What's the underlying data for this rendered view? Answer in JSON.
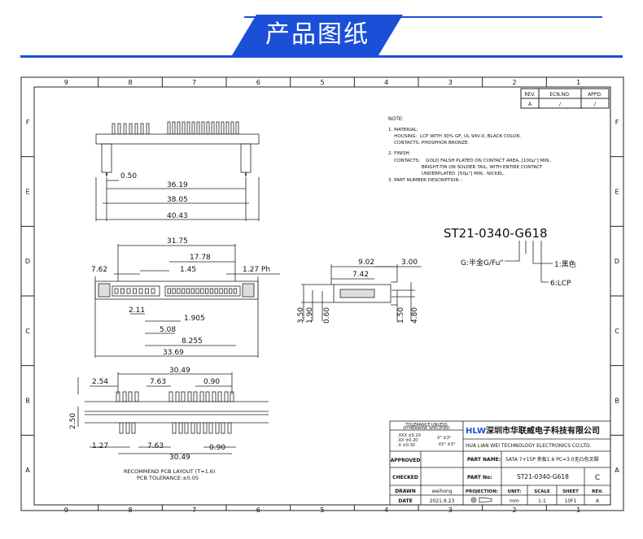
{
  "banner": {
    "title": "产品图纸"
  },
  "frame": {
    "cols": [
      "9",
      "8",
      "7",
      "6",
      "5",
      "4",
      "3",
      "2",
      "1"
    ],
    "rows": [
      "F",
      "E",
      "D",
      "C",
      "B",
      "A"
    ]
  },
  "rev_table": {
    "headers": [
      "REV.",
      "ECN.NO.",
      "APPD."
    ],
    "values": [
      "A",
      "/",
      "/"
    ]
  },
  "notes": {
    "heading": "NOTE:",
    "lines": [
      "1. MATERIAL:",
      "    HOUSING:  LCP WITH 30% GF, UL 94V-0, BLACK COLOR.",
      "    CONTACTS: PHOSPHOR BRONZE.",
      "2. FINISH:",
      "    CONTACTS:    GOLD FALSH PLATED ON CONTACT AREA, [100μ\"] MIN..",
      "                       BRIGHT-TIN ON SOLDER TAIL, WITH ENTIRE CONTACT",
      "                       UNDERPLATED  [50μ\"] MIN.. NICKEL.",
      "3. PART NUMBER DESCRIPTION :"
    ]
  },
  "part_code": {
    "number": "ST21-0340-G618",
    "legend": [
      "G:半金G/Fu\"",
      "1:黑色",
      "6:LCP"
    ]
  },
  "dims_top": [
    "0.50",
    "36.19",
    "38.05",
    "40.43"
  ],
  "dims_front": [
    "31.75",
    "17.78",
    "7.62",
    "1.45",
    "1.27 Ph",
    "2.11",
    "1.905",
    "5.08",
    "8.255",
    "33.69"
  ],
  "dims_side": [
    "9.02",
    "3.00",
    "7.42",
    "3.50",
    "1.90",
    "0.60",
    "1.50",
    "4.80"
  ],
  "dims_pcb": [
    "30.49",
    "2.54",
    "7.63",
    "0.90",
    "2.50",
    "1.27",
    "7.63",
    "30.49",
    "0.90"
  ],
  "pcb_caption": [
    "RECOMMEND PCB LAYOUT (T=1.6)",
    "PCB TOLERANCE:±0.05"
  ],
  "title_block": {
    "tolerance_title": [
      "TOLERANCE UNLESS",
      "OTHERWISE SPECIFIED"
    ],
    "tolerance": [
      ".XXX ±0.10",
      ".XX ±0.20",
      ".X ±0.30",
      "X° ±3°",
      ".XX° ±3°"
    ],
    "company_cn": "深圳市华联威电子科技有限公司",
    "company_en": "HUA LIAN WEI TECHNOLOGY ELECTRONICS CO;LTD.",
    "logo": "HLW",
    "approved_label": "APPROVED",
    "checked_label": "CHECKED",
    "drawn_label": "DRAWN",
    "date_label": "DATE",
    "drawn_value": "weihong",
    "date_value": "2021.9.23",
    "part_name_label": "PART NAME:",
    "part_name": "SATA 7+15P 夹板1.6 PC=3.0无凸色叉脚",
    "part_no_label": "PART No:",
    "part_no": "ST21-0340-G618",
    "rev_value": "C",
    "projection_label": "PROJECTION:",
    "unit_label": "UNIT:",
    "scale_label": "SCALE",
    "sheet_label": "SHEET",
    "rev_label": "REV.",
    "unit": "mm",
    "scale": "1:1",
    "sheet": "10F1",
    "rev_bottom": "A"
  }
}
